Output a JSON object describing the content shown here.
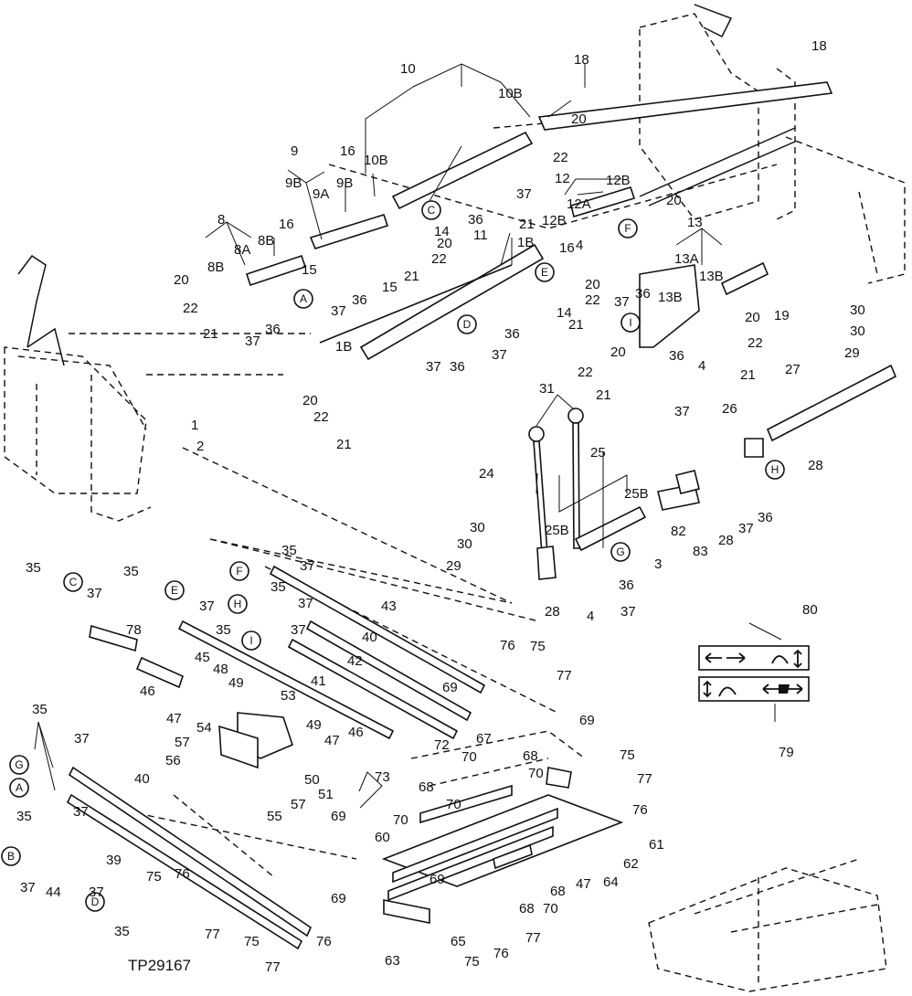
{
  "diagram": {
    "reference_code": "TP29167",
    "circled_labels": [
      "A",
      "B",
      "C",
      "D",
      "E",
      "F",
      "G",
      "H",
      "I"
    ],
    "callouts": [
      "1",
      "1B",
      "2",
      "3",
      "4",
      "8",
      "8A",
      "8B",
      "9",
      "9A",
      "9B",
      "10",
      "10B",
      "11",
      "12",
      "12A",
      "12B",
      "13",
      "13A",
      "13B",
      "14",
      "15",
      "16",
      "18",
      "19",
      "20",
      "21",
      "22",
      "24",
      "25",
      "25B",
      "26",
      "27",
      "28",
      "29",
      "30",
      "31",
      "35",
      "36",
      "37",
      "39",
      "40",
      "41",
      "42",
      "43",
      "44",
      "45",
      "46",
      "47",
      "48",
      "49",
      "50",
      "51",
      "53",
      "54",
      "55",
      "56",
      "57",
      "60",
      "61",
      "62",
      "63",
      "64",
      "65",
      "67",
      "68",
      "69",
      "70",
      "72",
      "73",
      "75",
      "76",
      "77",
      "78",
      "79",
      "80",
      "82",
      "83"
    ],
    "decal_80_icons": [
      "lever-swing-arrows-icon",
      "arm-up-down-icon"
    ],
    "decal_79_icons": [
      "arm-up-down-icon",
      "bucket-arrows-icon"
    ]
  }
}
